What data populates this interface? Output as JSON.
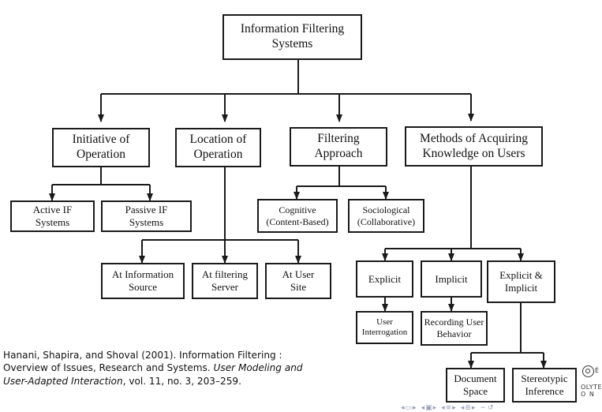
{
  "diagram": {
    "nodes": {
      "root": "Information Filtering\nSystems",
      "initiative": "Initiative of\nOperation",
      "location": "Location of\nOperation",
      "filtering": "Filtering\nApproach",
      "methods": "Methods of Acquiring\nKnowledge on Users",
      "active_if": "Active IF\nSystems",
      "passive_if": "Passive IF\nSystems",
      "cognitive": "Cognitive\n(Content-Based)",
      "sociological": "Sociological\n(Collaborative)",
      "at_info_source": "At Information\nSource",
      "at_filtering_server": "At filtering\nServer",
      "at_user_site": "At User\nSite",
      "explicit": "Explicit",
      "implicit": "Implicit",
      "explicit_implicit": "Explicit &\nImplicit",
      "user_interrogation": "User\nInterrogation",
      "recording_user_behavior": "Recording User\nBehavior",
      "document_space": "Document\nSpace",
      "stereotypic_inference": "Stereotypic\nInference"
    },
    "colors": {
      "line": "#1a1a1a",
      "box_border": "#1a1a1a",
      "background": "#ffffff"
    }
  },
  "citation": {
    "text_before_italic": "Hanani, Shapira, and Shoval (2001). Information Filtering : Overview of Issues, Research and Systems. ",
    "italic": "User Modeling and User-Adapted Interaction",
    "text_after_italic": ", vol. 11, no. 3, 203–259."
  },
  "logo": {
    "line1": "É",
    "line2": "OLYTEC",
    "line3": "O N"
  },
  "nav": {
    "color": "#9aa0b8",
    "icons": [
      "nav-left-arrow",
      "frame-icon",
      "nav-right-arrow",
      "nav-left-arrow",
      "section-icon",
      "nav-right-arrow",
      "nav-left-arrow",
      "subsection-icon",
      "nav-right-arrow",
      "nav-left-arrow",
      "slide-icon",
      "nav-right-arrow",
      "align-icon",
      "loop-icon"
    ]
  }
}
